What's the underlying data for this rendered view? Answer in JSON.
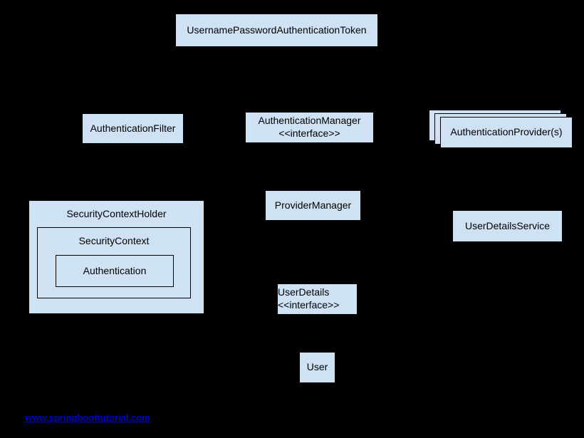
{
  "diagram": {
    "nodes": {
      "token": "UsernamePasswordAuthenticationToken",
      "filter": "AuthenticationFilter",
      "manager_line1": "AuthenticationManager",
      "manager_line2": "<<interface>>",
      "providers": "AuthenticationProvider(s)",
      "context_holder": "SecurityContextHolder",
      "context": "SecurityContext",
      "authentication": "Authentication",
      "provider_manager": "ProviderManager",
      "user_details_service": "UserDetailsService",
      "user_details_line1": "UserDetails",
      "user_details_line2": "<<interface>>",
      "user": "User"
    },
    "footer": {
      "link_text": "www.springboottutorial.com"
    },
    "colors": {
      "background": "#000000",
      "box_fill": "#cfe2f3",
      "box_border": "#000000",
      "box_text": "#000000",
      "link": "#0000cc"
    }
  }
}
